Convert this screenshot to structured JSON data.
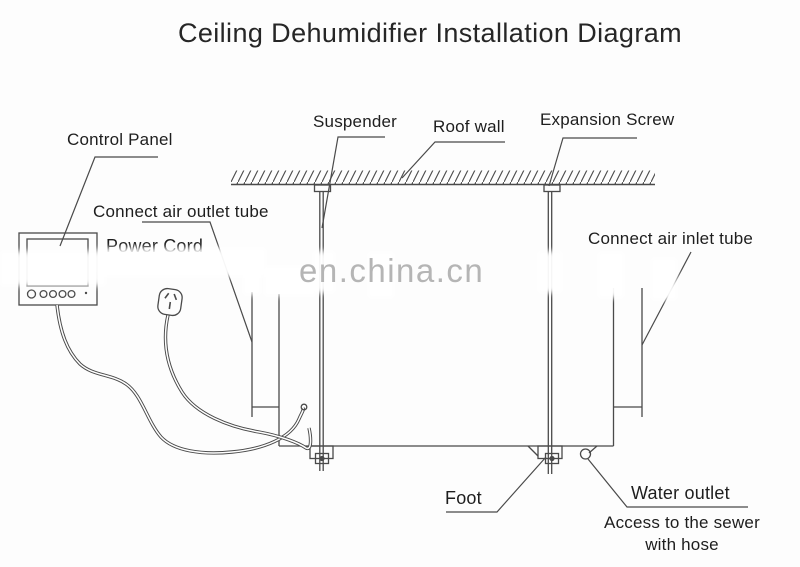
{
  "title": "Ceiling Dehumidifier Installation Diagram",
  "watermark": {
    "text": "en.china.cn"
  },
  "labels": {
    "control_panel": "Control Panel",
    "suspender": "Suspender",
    "roof_wall": "Roof wall",
    "expansion_screw": "Expansion Screw",
    "connect_air_outlet_tube": "Connect air outlet tube",
    "power_cord": "Power Cord",
    "connect_air_inlet_tube": "Connect air inlet tube",
    "foot": "Foot",
    "water_outlet": "Water outlet",
    "access_note_line1": "Access to the sewer",
    "access_note_line2": "with hose"
  },
  "colors": {
    "line": "#4a4a4a",
    "text": "#1e1e1e",
    "watermark": "#b5b5b5",
    "background": "#fdfdfd"
  }
}
